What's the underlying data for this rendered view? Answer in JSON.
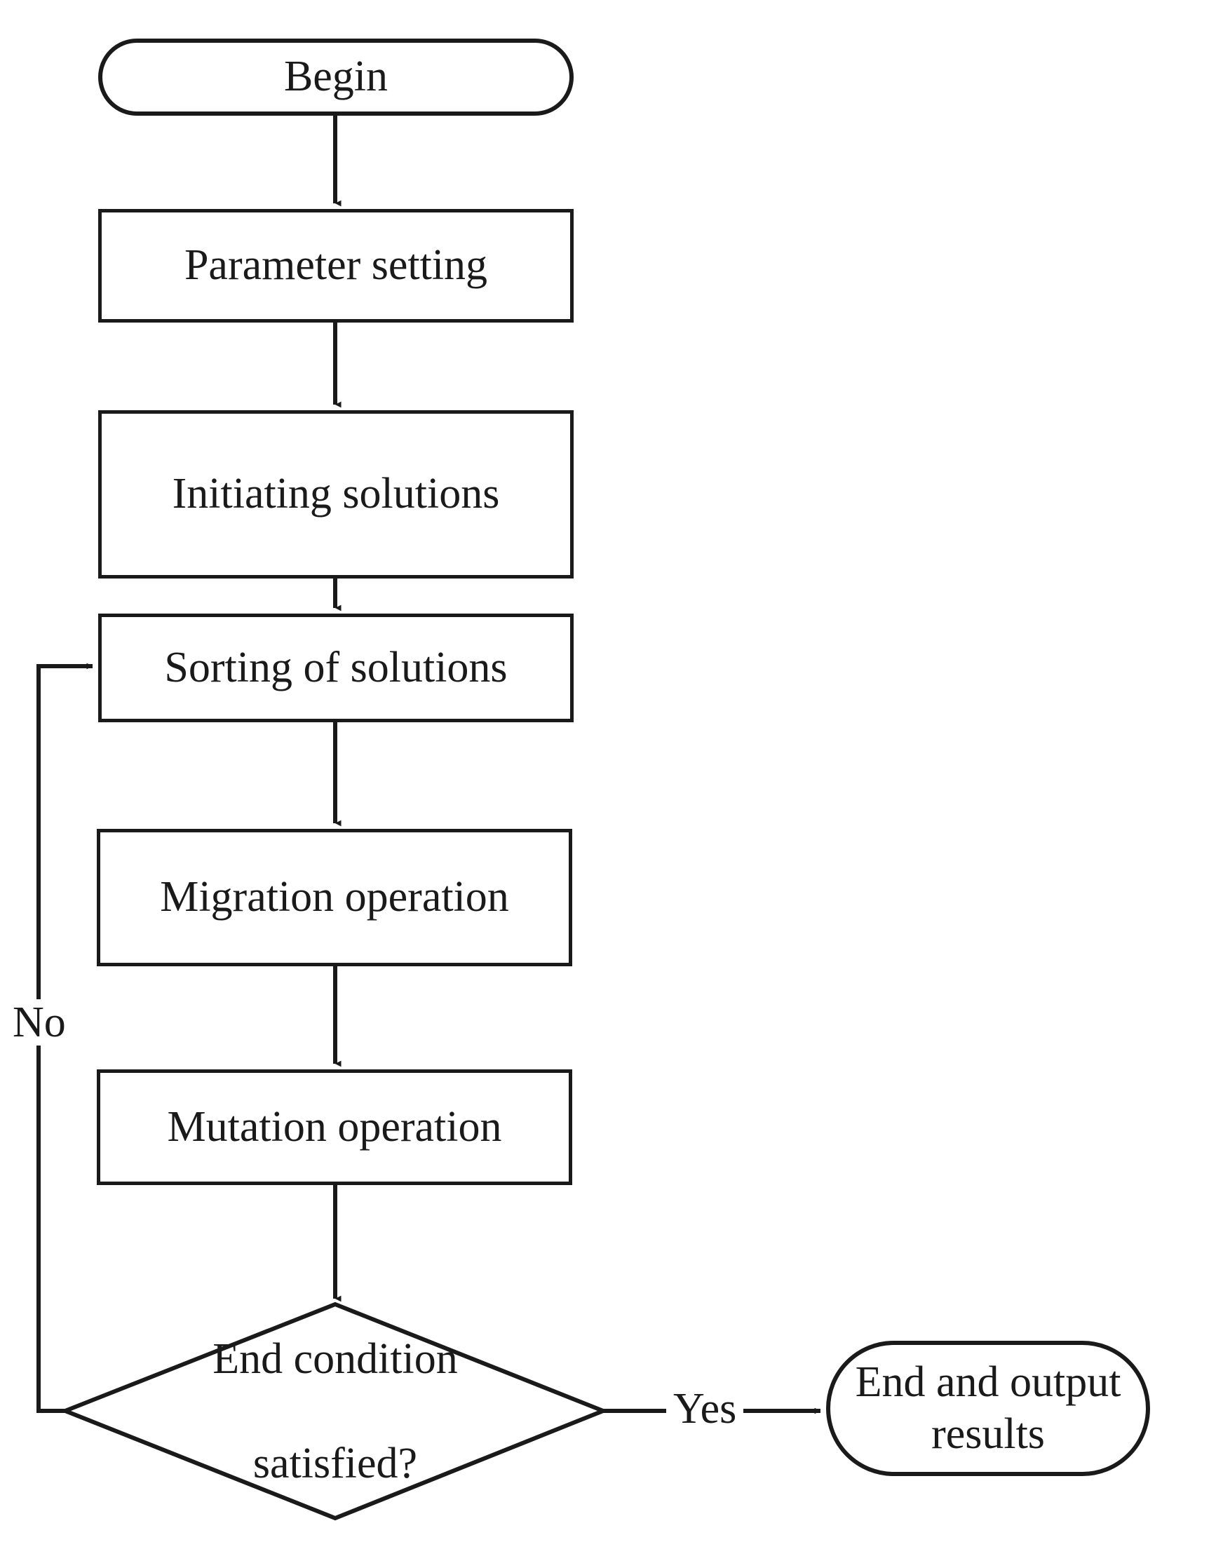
{
  "diagram": {
    "title": "Algorithm flowchart",
    "type": "flowchart",
    "colors": {
      "stroke": "#1a1a1a",
      "fill": "#ffffff",
      "text": "#1a1a1a"
    },
    "nodes": [
      {
        "id": "begin",
        "shape": "terminator",
        "label": "Begin"
      },
      {
        "id": "param",
        "shape": "process",
        "label": "Parameter setting"
      },
      {
        "id": "init",
        "shape": "process",
        "label": "Initiating solutions"
      },
      {
        "id": "sort",
        "shape": "process",
        "label": "Sorting of solutions"
      },
      {
        "id": "migration",
        "shape": "process",
        "label": "Migration operation"
      },
      {
        "id": "mutation",
        "shape": "process",
        "label": "Mutation operation"
      },
      {
        "id": "decision",
        "shape": "decision",
        "label_line1": "End condition",
        "label_line2": "satisfied?"
      },
      {
        "id": "end",
        "shape": "terminator",
        "label_line1": "End and output",
        "label_line2": "results"
      }
    ],
    "edges": [
      {
        "from": "begin",
        "to": "param",
        "label": ""
      },
      {
        "from": "param",
        "to": "init",
        "label": ""
      },
      {
        "from": "init",
        "to": "sort",
        "label": ""
      },
      {
        "from": "sort",
        "to": "migration",
        "label": ""
      },
      {
        "from": "migration",
        "to": "mutation",
        "label": ""
      },
      {
        "from": "mutation",
        "to": "decision",
        "label": ""
      },
      {
        "from": "decision",
        "to": "sort",
        "label": "No"
      },
      {
        "from": "decision",
        "to": "end",
        "label": "Yes"
      }
    ],
    "edge_labels": {
      "no": "No",
      "yes": "Yes"
    }
  }
}
